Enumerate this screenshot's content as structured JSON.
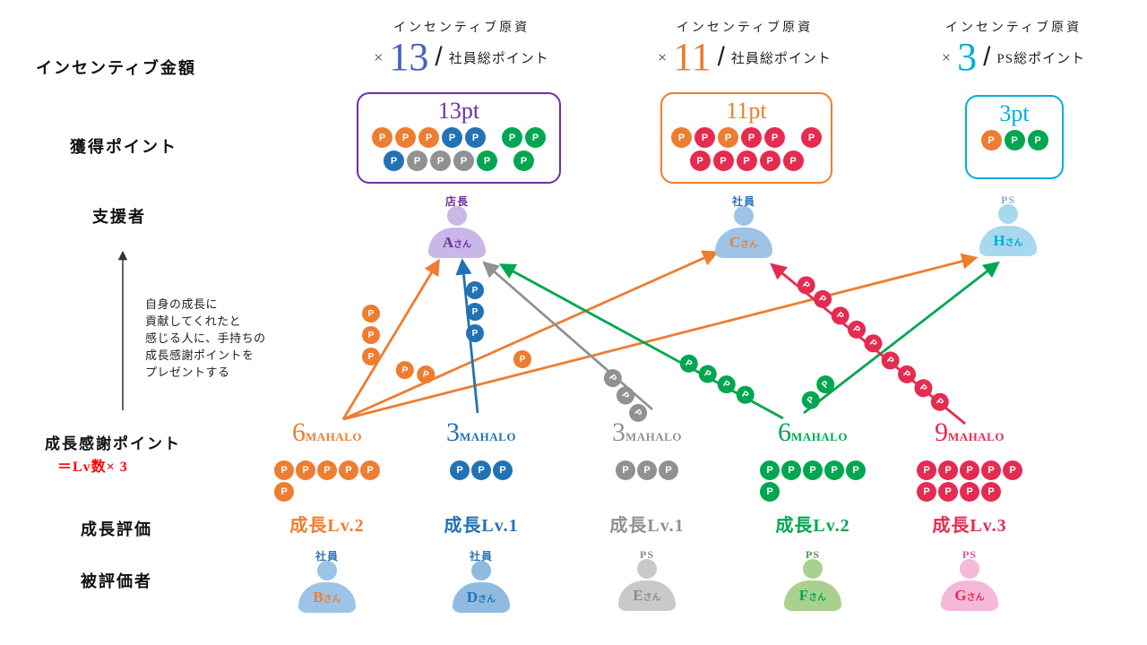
{
  "glyphs": {
    "p": "P"
  },
  "palette": {
    "orange": "#ED7D31",
    "blue": "#2272B5",
    "gray": "#919191",
    "green": "#00A651",
    "red": "#E52B50",
    "purple": "#7030A0",
    "cyan": "#00AEDB",
    "formula_blue": "#4A5FC0",
    "icon_lavender": "#C9B7E8",
    "icon_lightblue": "#9DC3E6",
    "icon_lightgray": "#C9C9C9",
    "icon_lightgreen": "#A9D18E",
    "icon_pink": "#F5B8D8"
  },
  "left_labels": {
    "incentive_amount": "インセンティブ金額",
    "earned_points": "獲得ポイント",
    "supporter": "支援者",
    "gratitude_points": "成長感謝ポイント",
    "gratitude_formula": "＝Lv数× 3",
    "growth_eval": "成長評価",
    "evaluated": "被評価者",
    "note": [
      "自身の成長に",
      "貢献してくれたと",
      "感じる人に、手持ちの",
      "成長感謝ポイントを",
      "プレゼントする"
    ]
  },
  "formulas": [
    {
      "fund": "インセンティブ原資",
      "times": "×",
      "value": "13",
      "slash": "/",
      "denominator": "社員総ポイント"
    },
    {
      "fund": "インセンティブ原資",
      "times": "×",
      "value": "11",
      "slash": "/",
      "denominator": "社員総ポイント"
    },
    {
      "fund": "インセンティブ原資",
      "times": "×",
      "value": "3",
      "slash": "/",
      "denominator": "PS総ポイント"
    }
  ],
  "point_boxes": [
    {
      "label": "13pt",
      "rows": [
        [
          "orange",
          "orange",
          "orange",
          "blue",
          "blue",
          "gap",
          "green",
          "green"
        ],
        [
          "blue",
          "gray",
          "gray",
          "gray",
          "green",
          "gap",
          "green"
        ]
      ]
    },
    {
      "label": "11pt",
      "rows": [
        [
          "orange",
          "red",
          "orange",
          "red",
          "red",
          "gap",
          "red"
        ],
        [
          "red",
          "red",
          "red",
          "red",
          "red"
        ]
      ]
    },
    {
      "label": "3pt",
      "rows": [
        [
          "orange",
          "green",
          "green"
        ]
      ]
    }
  ],
  "supporters": [
    {
      "role": "店長",
      "initial": "A",
      "suffix": "さん"
    },
    {
      "role": "社員",
      "initial": "C",
      "suffix": "さん"
    },
    {
      "role": "PS",
      "initial": "H",
      "suffix": "さん"
    }
  ],
  "evaluatees": [
    {
      "role": "社員",
      "initial": "B",
      "suffix": "さん",
      "mahalo_value": "6",
      "mahalo_unit": "MAHALO",
      "level": "成長Lv.2",
      "pile": [
        [
          "orange",
          "orange",
          "orange",
          "orange",
          "orange"
        ],
        [
          "orange"
        ]
      ]
    },
    {
      "role": "社員",
      "initial": "D",
      "suffix": "さん",
      "mahalo_value": "3",
      "mahalo_unit": "MAHALO",
      "level": "成長Lv.1",
      "pile": [
        [
          "blue",
          "blue",
          "blue"
        ]
      ]
    },
    {
      "role": "PS",
      "initial": "E",
      "suffix": "さん",
      "mahalo_value": "3",
      "mahalo_unit": "MAHALO",
      "level": "成長Lv.1",
      "pile": [
        [
          "gray",
          "gray",
          "gray"
        ]
      ]
    },
    {
      "role": "PS",
      "initial": "F",
      "suffix": "さん",
      "mahalo_value": "6",
      "mahalo_unit": "MAHALO",
      "level": "成長Lv.2",
      "pile": [
        [
          "green",
          "green",
          "green",
          "green",
          "green"
        ],
        [
          "green"
        ]
      ]
    },
    {
      "role": "PS",
      "initial": "G",
      "suffix": "さん",
      "mahalo_value": "9",
      "mahalo_unit": "MAHALO",
      "level": "成長Lv.3",
      "pile": [
        [
          "red",
          "red",
          "red",
          "red",
          "red"
        ],
        [
          "red",
          "red",
          "red",
          "red"
        ]
      ]
    }
  ],
  "trails": {
    "b_to_a": [
      "orange",
      "orange",
      "orange"
    ],
    "b_to_c": [
      "orange",
      "orange"
    ],
    "b_to_h": [
      "orange"
    ],
    "d_to_a": [
      "blue",
      "blue",
      "blue"
    ],
    "e_to_a": [
      "gray",
      "gray",
      "gray"
    ],
    "f_to_a": [
      "green",
      "green",
      "green",
      "green"
    ],
    "f_to_h": [
      "green",
      "green"
    ],
    "g_to_c_1": [
      "red",
      "red"
    ],
    "g_to_c_2": [
      "red",
      "red",
      "red"
    ],
    "g_to_c_3": [
      "red",
      "red",
      "red",
      "red"
    ]
  }
}
